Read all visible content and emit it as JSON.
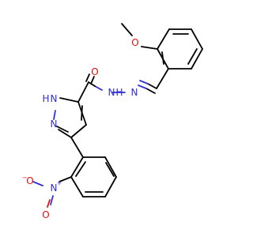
{
  "molecule": {
    "colors": {
      "carbon_bond": "#000000",
      "nitrogen": "#2f2fd8",
      "oxygen": "#e01010",
      "background": "#ffffff"
    },
    "atom_labels": {
      "methoxy_oxygen": "O",
      "carbonyl_oxygen": "O",
      "amide_nh": "N",
      "amide_h": "H",
      "hydrazone_n": "N",
      "pyrazole_nh": "N",
      "pyrazole_h": "H",
      "pyrazole_n": "N",
      "nitro_n": "N",
      "nitro_plus": "+",
      "nitro_o_minus": "O",
      "minus": "−",
      "nitro_o": "O"
    }
  }
}
